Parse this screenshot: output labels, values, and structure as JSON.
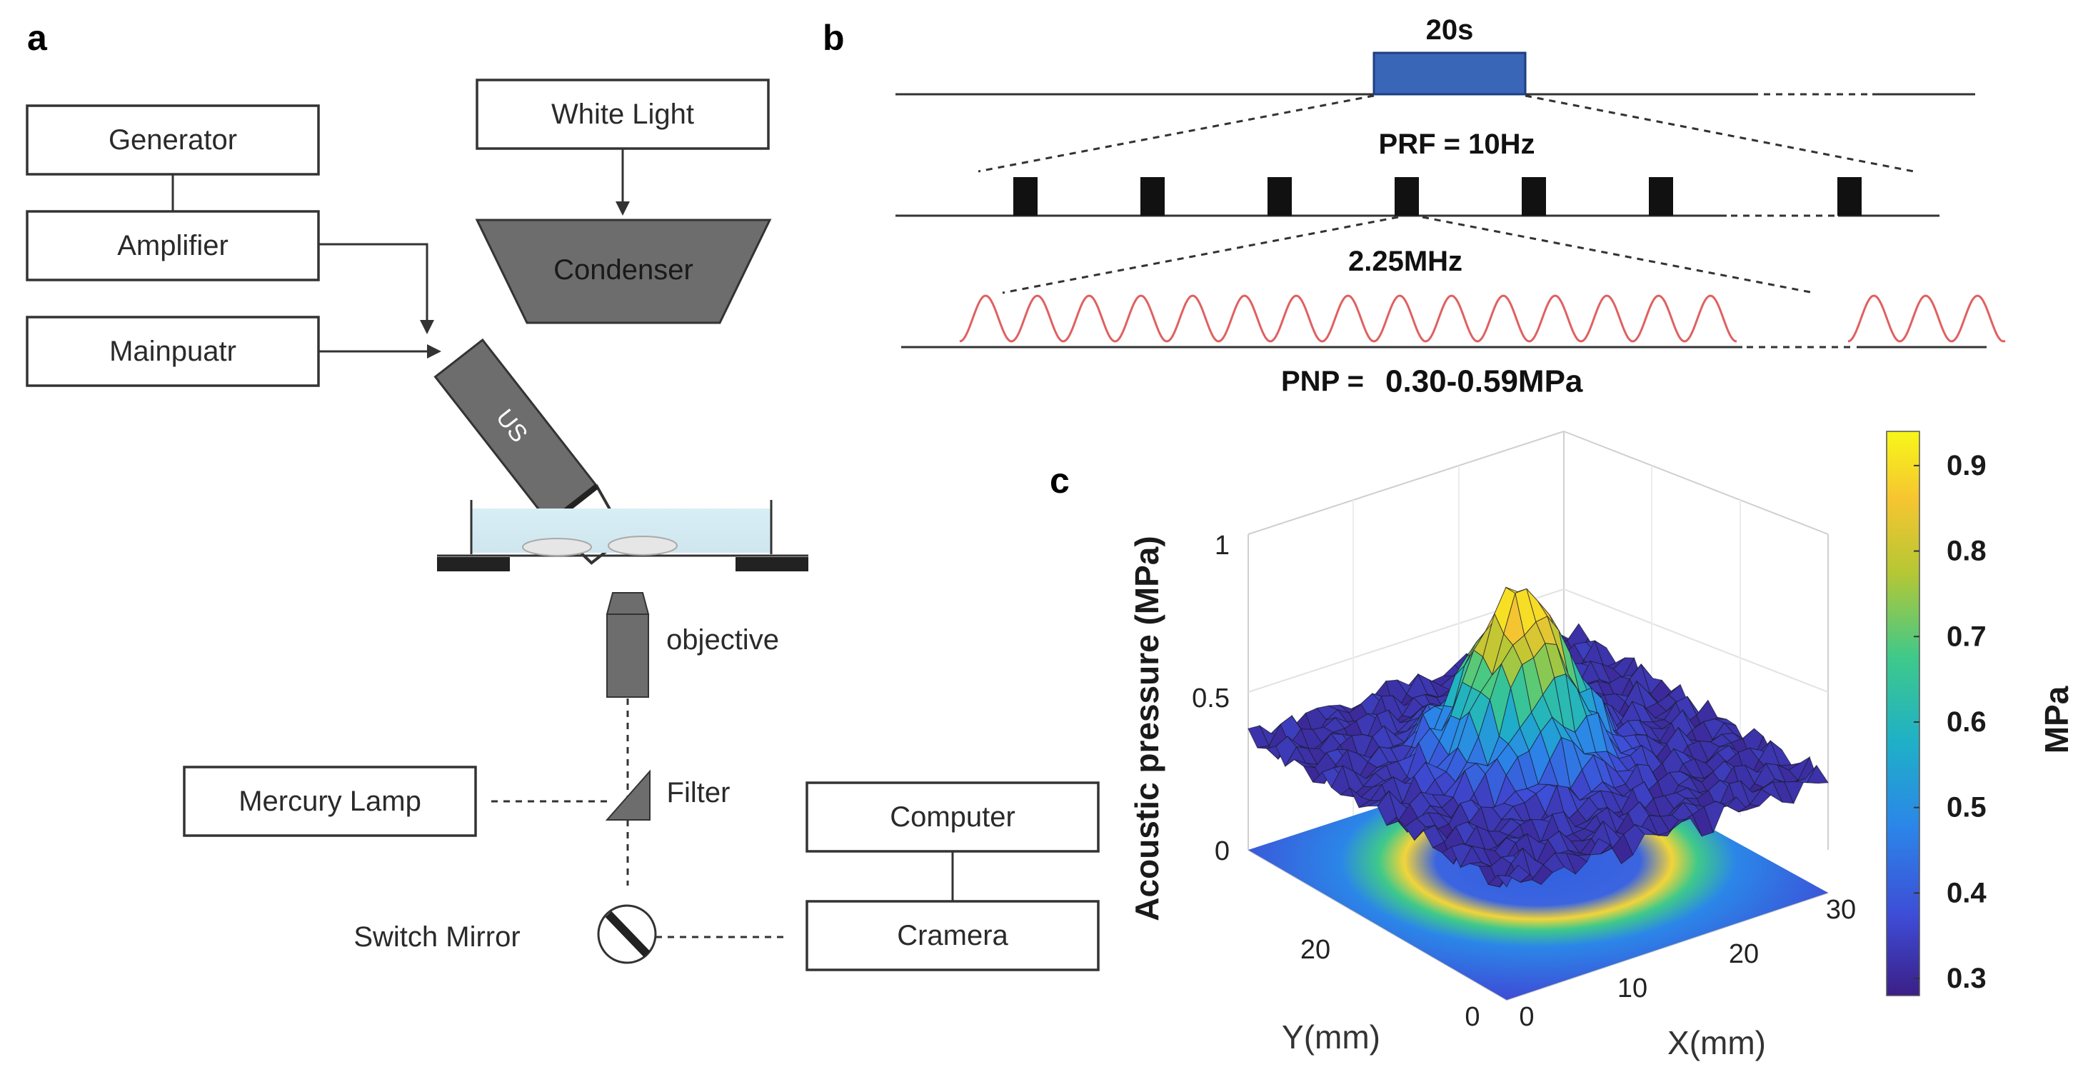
{
  "panels": {
    "a": {
      "label": "a",
      "generator": "Generator",
      "amplifier": "Amplifier",
      "manipulator": "Mainpuatr",
      "white_light": "White Light",
      "condenser": "Condenser",
      "probe": "US",
      "objective": "objective",
      "mercury_lamp": "Mercury Lamp",
      "filter": "Filter",
      "computer": "Computer",
      "camera": "Cramera",
      "switch_mirror": "Switch Mirror"
    },
    "b": {
      "label": "b",
      "duration": "20s",
      "prf": "PRF = 10Hz",
      "frequency": "2.25MHz",
      "pnp_prefix": "PNP =",
      "pnp_value": "0.30-0.59MPa"
    },
    "c": {
      "label": "c",
      "z_axis_label": "Acoustic pressure  (MPa)",
      "x_axis_label": "X(mm)",
      "y_axis_label": "Y(mm)",
      "z_ticks": [
        "0",
        "0.5",
        "1"
      ],
      "x_ticks": [
        "0",
        "10",
        "20",
        "30"
      ],
      "y_ticks": [
        "0",
        "20"
      ],
      "colorbar_label": "MPa",
      "colorbar_ticks": [
        "0.3",
        "0.4",
        "0.5",
        "0.6",
        "0.7",
        "0.8",
        "0.9"
      ]
    }
  },
  "colors": {
    "box_stroke": "#333333",
    "device_gray": "#6d6d6d",
    "pulse_blue": "#3a66b8",
    "sine_red": "#e06060",
    "colormap": [
      "#3b1f87",
      "#3e4cd6",
      "#2b86e8",
      "#1fb0c7",
      "#3fc98a",
      "#b6c734",
      "#f6c531",
      "#f7f719"
    ]
  },
  "chart_data": {
    "type": "surface",
    "x_range": [
      0,
      30
    ],
    "y_range": [
      0,
      30
    ],
    "z_range": [
      0,
      1
    ],
    "peak_pressure": 0.95,
    "colorbar_range": [
      0.28,
      0.94
    ]
  }
}
